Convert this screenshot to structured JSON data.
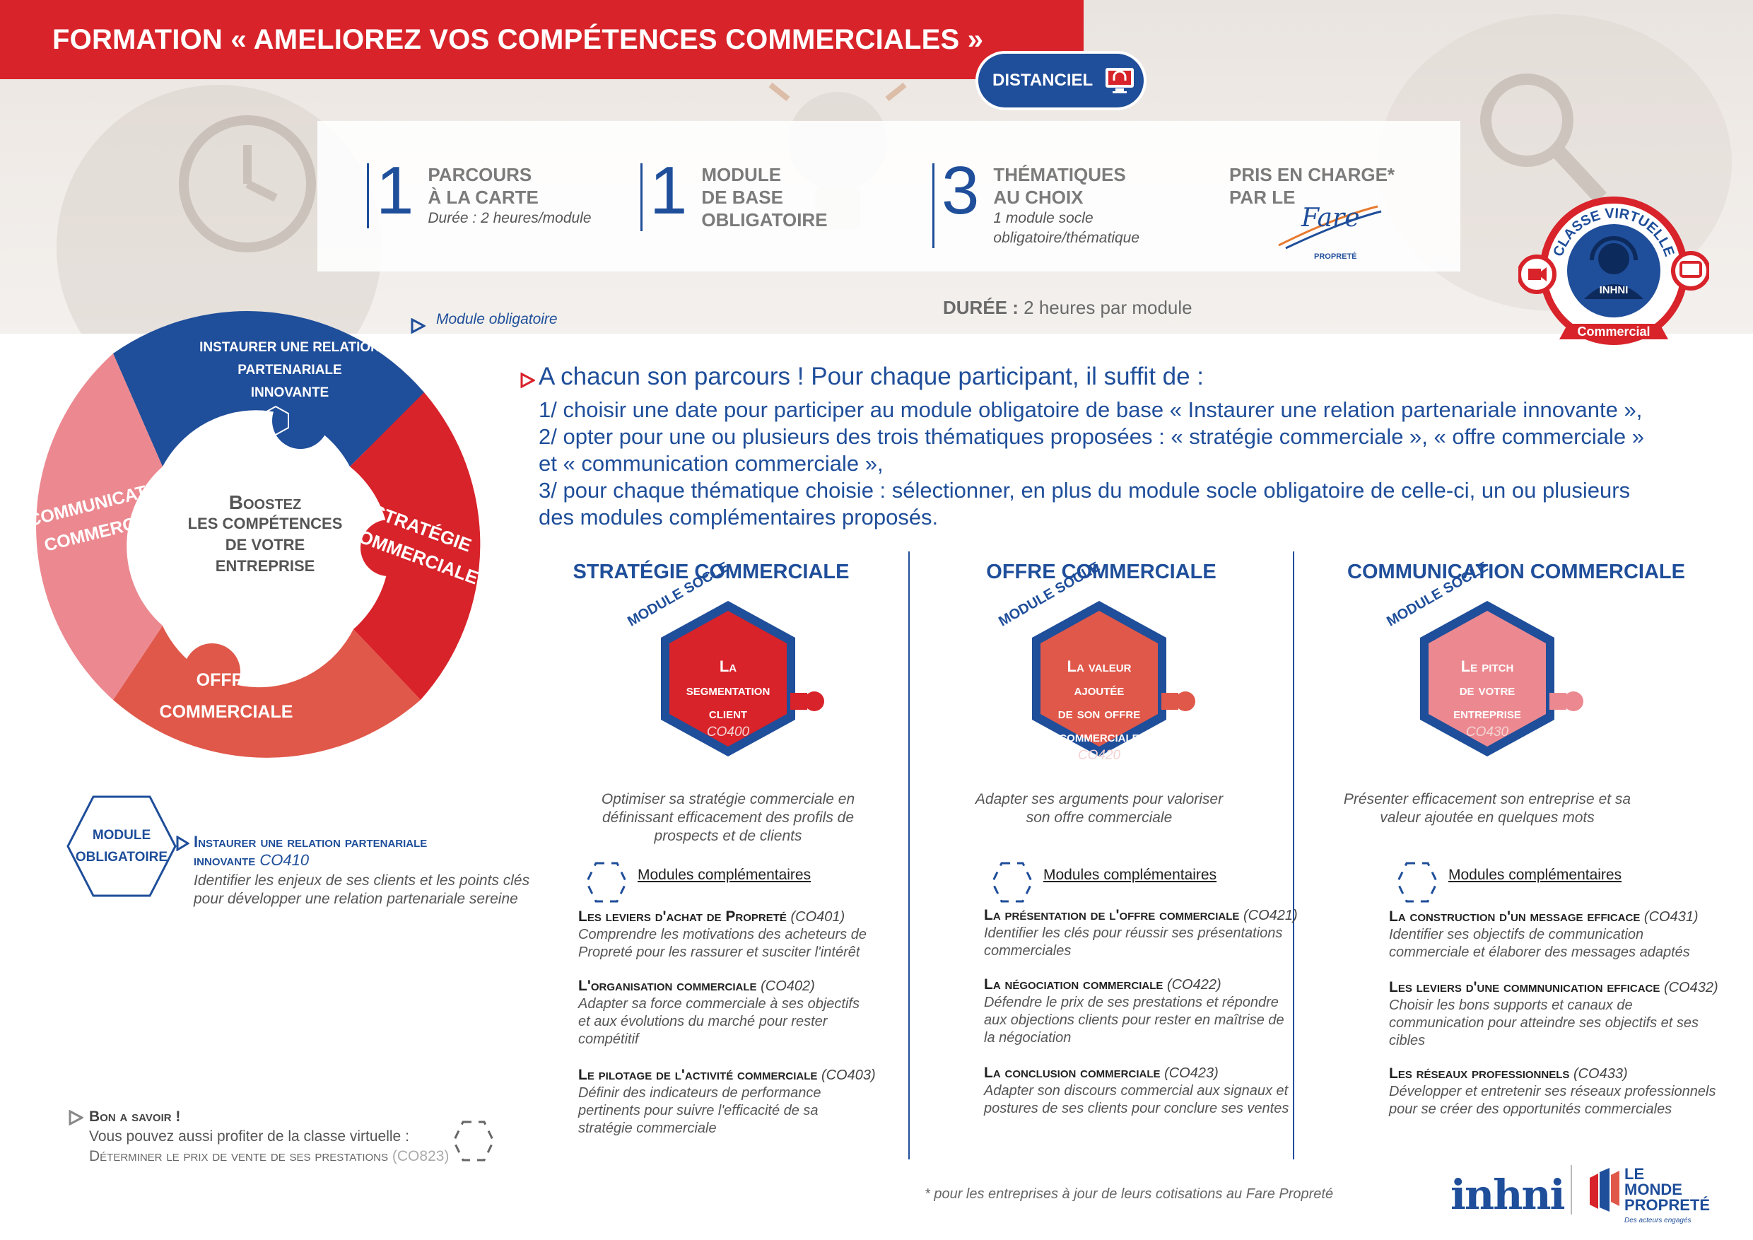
{
  "header": {
    "title": "FORMATION « AMELIOREZ VOS COMPÉTENCES COMMERCIALES »",
    "badge": "DISTANCIEL"
  },
  "stats": [
    {
      "num": "1",
      "line1": "PARCOURS",
      "line2": "À LA CARTE",
      "sub1": "Durée : 2 heures/module",
      "sub2": ""
    },
    {
      "num": "1",
      "line1": "MODULE",
      "line2": "DE BASE",
      "line3": "OBLIGATOIRE"
    },
    {
      "num": "3",
      "line1": "THÉMATIQUES",
      "line2": "AU CHOIX",
      "sub1": "1 module socle",
      "sub2": "obligatoire/thématique"
    }
  ],
  "prise": {
    "line1": "PRIS EN CHARGE*",
    "line2": "PAR LE",
    "logo_text": "Fare",
    "logo_sub": "PROPRETÉ"
  },
  "duree": {
    "label": "DURÉE :",
    "value": "2 heures par module"
  },
  "badge_seal": {
    "top": "CLASSE VIRTUELLE",
    "middle": "INHNI",
    "ribbon": "Commercial"
  },
  "module_note": "Module obligatoire",
  "puzzle": {
    "top": [
      "INSTAURER UNE RELATION",
      "PARTENARIALE",
      "INNOVANTE"
    ],
    "right": [
      "STRATÉGIE",
      "COMMERCIALE"
    ],
    "bottom": [
      "OFFRE",
      "COMMERCIALE"
    ],
    "left": [
      "COMMUNICATION",
      "COMMERCIALE"
    ],
    "center": [
      "Boostez",
      "LES COMPÉTENCES",
      "DE VOTRE",
      "ENTREPRISE"
    ]
  },
  "intro": {
    "heading": "A chacun son parcours ! Pour chaque participant, il suffit de :",
    "l1": "1/ choisir une date pour participer au module obligatoire de base « Instaurer une relation partenariale innovante »,",
    "l2": "2/ opter pour une ou plusieurs des trois thématiques proposées : « stratégie commerciale », « offre commerciale »",
    "l3": "et « communication commerciale »,",
    "l4": "3/ pour chaque thématique choisie : sélectionner, en plus du module socle obligatoire de celle-ci, un ou plusieurs",
    "l5": "des modules complémentaires proposés."
  },
  "socle_label": "MODULE SOCLE",
  "complementaires_label": "Modules complémentaires",
  "columns": [
    {
      "title": "STRATÉGIE COMMERCIALE",
      "hex": {
        "t1": "La",
        "t2": "segmentation",
        "t3": "client",
        "code": "CO400",
        "color": "#d8232a"
      },
      "desc": [
        "Optimiser sa stratégie commerciale en",
        "définissant efficacement des profils de",
        "prospects et de clients"
      ],
      "items": [
        {
          "title": "Les leviers d'achat de Propreté",
          "code": "(CO401)",
          "lines": [
            "Comprendre les motivations des acheteurs de",
            "Propreté pour les rassurer et susciter l'intérêt"
          ]
        },
        {
          "title": "L'organisation commerciale",
          "code": "(CO402)",
          "lines": [
            "Adapter sa force commerciale à ses objectifs",
            "et aux évolutions du marché pour rester",
            "compétitif"
          ]
        },
        {
          "title": "Le pilotage de l'activité commerciale",
          "code": "(CO403)",
          "lines": [
            "Définir des indicateurs de performance",
            "pertinents pour suivre l'efficacité de sa",
            "stratégie commerciale"
          ]
        }
      ]
    },
    {
      "title": "OFFRE  COMMERCIALE",
      "hex": {
        "t1": "La valeur ajoutée",
        "t2": "de son offre",
        "t3": "commerciale",
        "code": "CO420",
        "color": "#e0584a"
      },
      "desc": [
        "Adapter ses arguments pour valoriser",
        "son offre commerciale"
      ],
      "items": [
        {
          "title": "La présentation de l'offre commerciale",
          "code": "(CO421)",
          "lines": [
            "Identifier les clés pour réussir ses présentations",
            "commerciales"
          ]
        },
        {
          "title": "La négociation commerciale",
          "code": "(CO422)",
          "lines": [
            "Défendre le prix de ses prestations et répondre",
            "aux objections clients pour rester en maîtrise de",
            "la négociation"
          ]
        },
        {
          "title": "La conclusion commerciale",
          "code": "(CO423)",
          "lines": [
            "Adapter son discours commercial aux signaux et",
            "postures de ses clients pour conclure ses ventes"
          ]
        }
      ]
    },
    {
      "title": "COMMUNICATION  COMMERCIALE",
      "hex": {
        "t1": "Le pitch",
        "t2": "de votre",
        "t3": "entreprise",
        "code": "CO430",
        "color": "#ec8990"
      },
      "desc": [
        "Présenter efficacement son entreprise et sa",
        "valeur ajoutée en quelques mots"
      ],
      "items": [
        {
          "title": "La construction d'un message efficace",
          "code": "(CO431)",
          "lines": [
            "Identifier ses objectifs de communication",
            "commerciale et élaborer des messages adaptés"
          ]
        },
        {
          "title": "Les leviers d'une commnunication efficace",
          "code": "(CO432)",
          "lines": [
            "Choisir les bons supports et canaux de",
            "communication pour atteindre ses objectifs et ses",
            "cibles"
          ]
        },
        {
          "title": "Les réseaux professionnels",
          "code": "(CO433)",
          "lines": [
            "Développer et entretenir ses réseaux professionnels",
            "pour se créer des opportunités commerciales"
          ]
        }
      ]
    }
  ],
  "mandatory": {
    "hex1": "MODULE",
    "hex2": "OBLIGATOIRE",
    "title1": "Instaurer une relation partenariale",
    "title2": "innovante",
    "code": "CO410",
    "d1": "Identifier les enjeux de ses clients et les points clés",
    "d2": "pour développer une relation partenariale sereine"
  },
  "bon": {
    "l1": "Bon a savoir !",
    "l2": "Vous pouvez aussi profiter de la classe virtuelle :",
    "l3": "Déterminer le prix de vente de ses prestations",
    "code": "(CO823)"
  },
  "footnote": "* pour les entreprises à jour de leurs cotisations au Fare Propreté",
  "logos": {
    "inhni": "inhni",
    "monde1": "LE",
    "monde2": "MONDE",
    "monde3": "PROPRETÉ",
    "monde4": "Des acteurs engagés"
  },
  "colors": {
    "red": "#d8232a",
    "blue": "#1f4e9a",
    "coral": "#e0584a",
    "pink": "#ec8990"
  }
}
